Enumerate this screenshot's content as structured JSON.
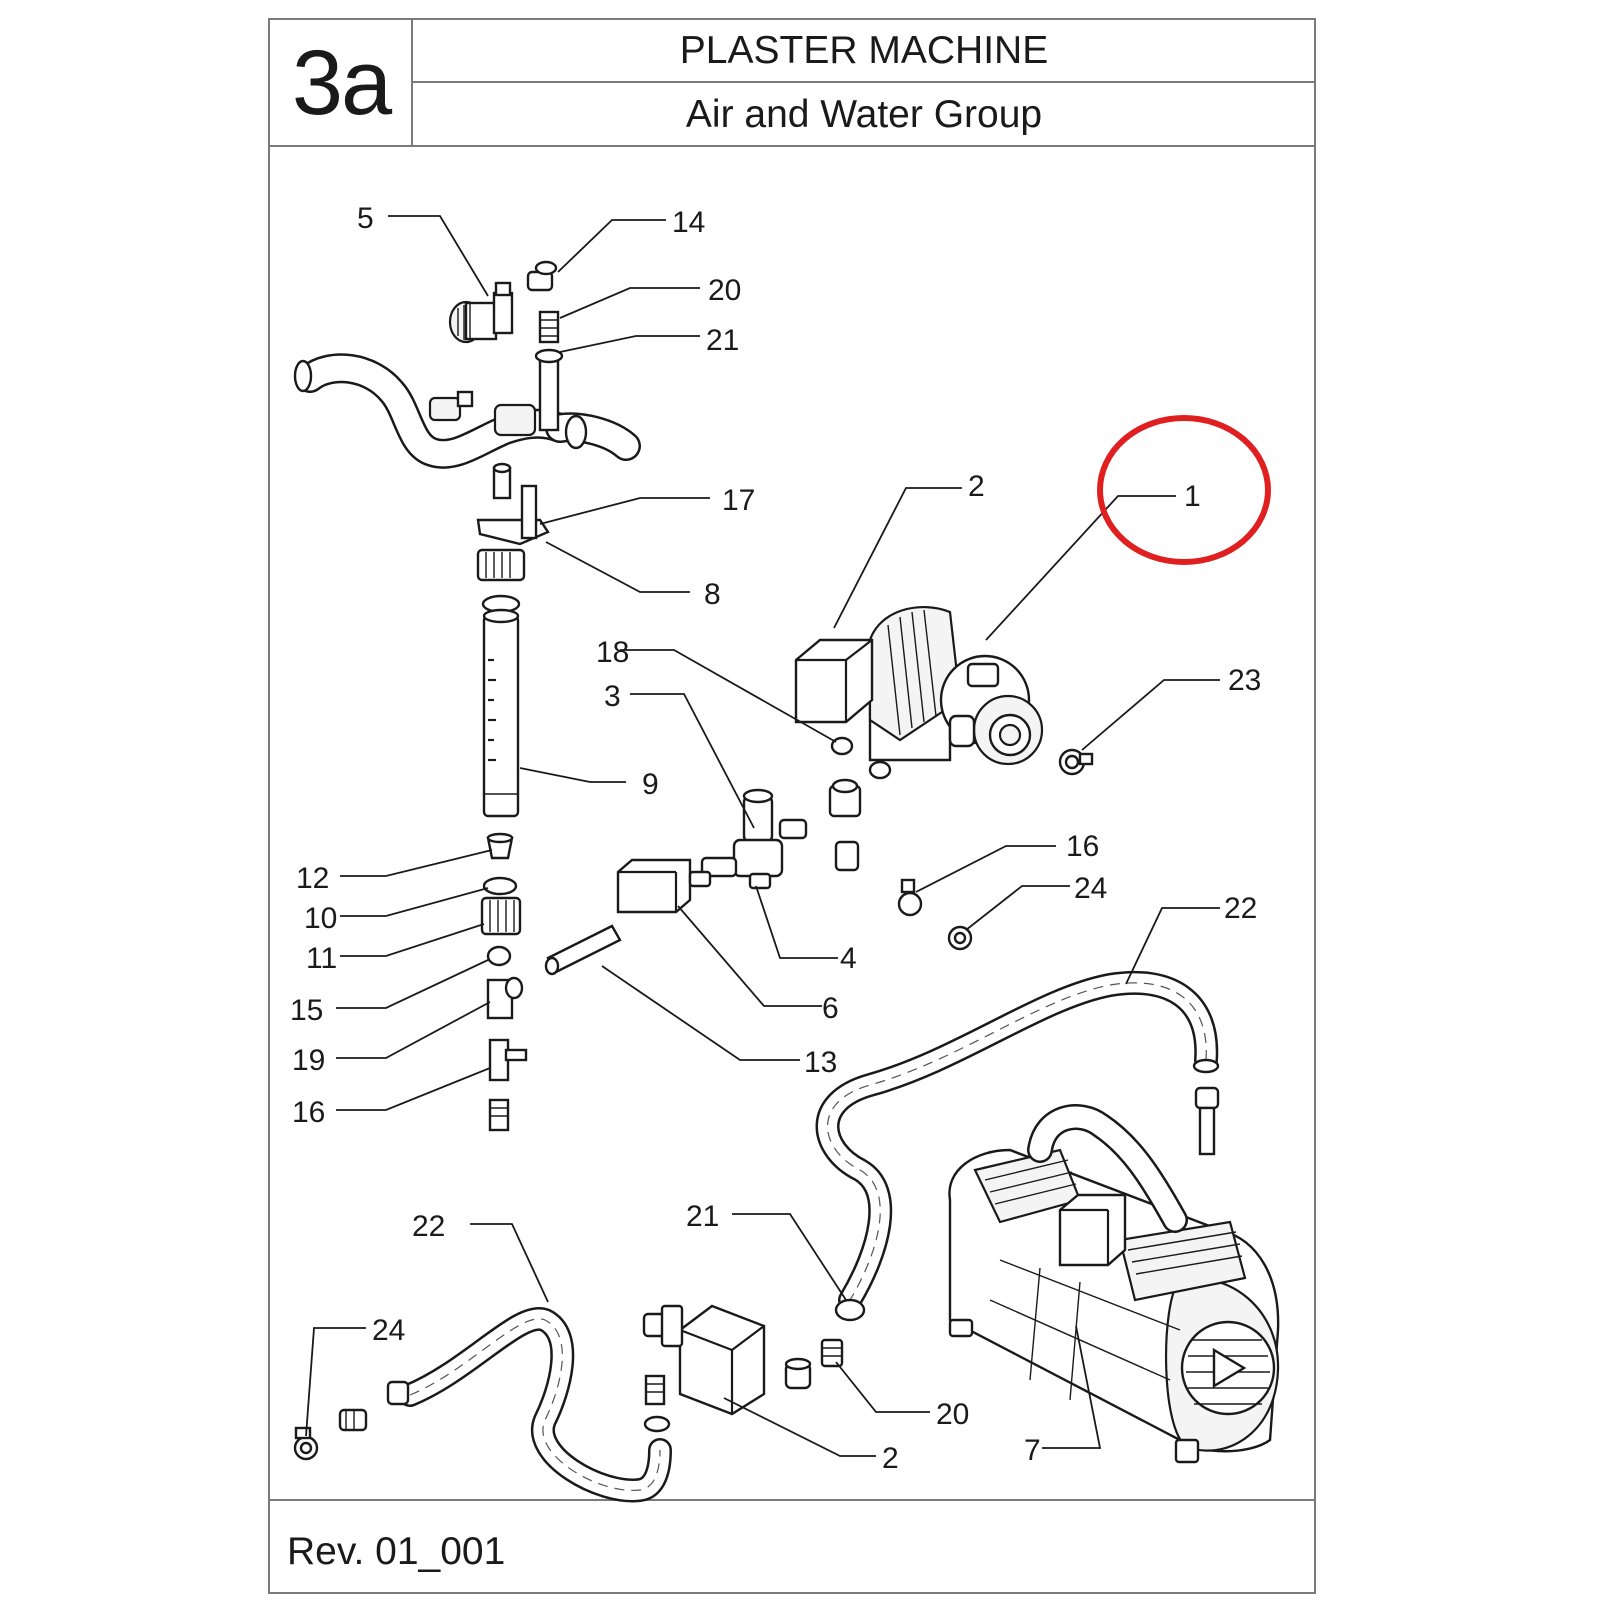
{
  "header": {
    "code": "3a",
    "title": "PLASTER MACHINE",
    "subtitle": "Air and Water Group"
  },
  "footer": {
    "revision": "Rev. 01_001"
  },
  "callouts": {
    "c5": "5",
    "c14": "14",
    "c20a": "20",
    "c21a": "21",
    "c17": "17",
    "c8": "8",
    "c2a": "2",
    "c1": "1",
    "c18": "18",
    "c3": "3",
    "c23": "23",
    "c9": "9",
    "c16a": "16",
    "c24a": "24",
    "c12": "12",
    "c10": "10",
    "c11": "11",
    "c4": "4",
    "c22a": "22",
    "c6": "6",
    "c15": "15",
    "c19": "19",
    "c13": "13",
    "c16b": "16",
    "c22b": "22",
    "c21b": "21",
    "c24b": "24",
    "c20b": "20",
    "c2b": "2",
    "c7": "7"
  },
  "highlight": {
    "color": "#e02020",
    "target": "1"
  }
}
